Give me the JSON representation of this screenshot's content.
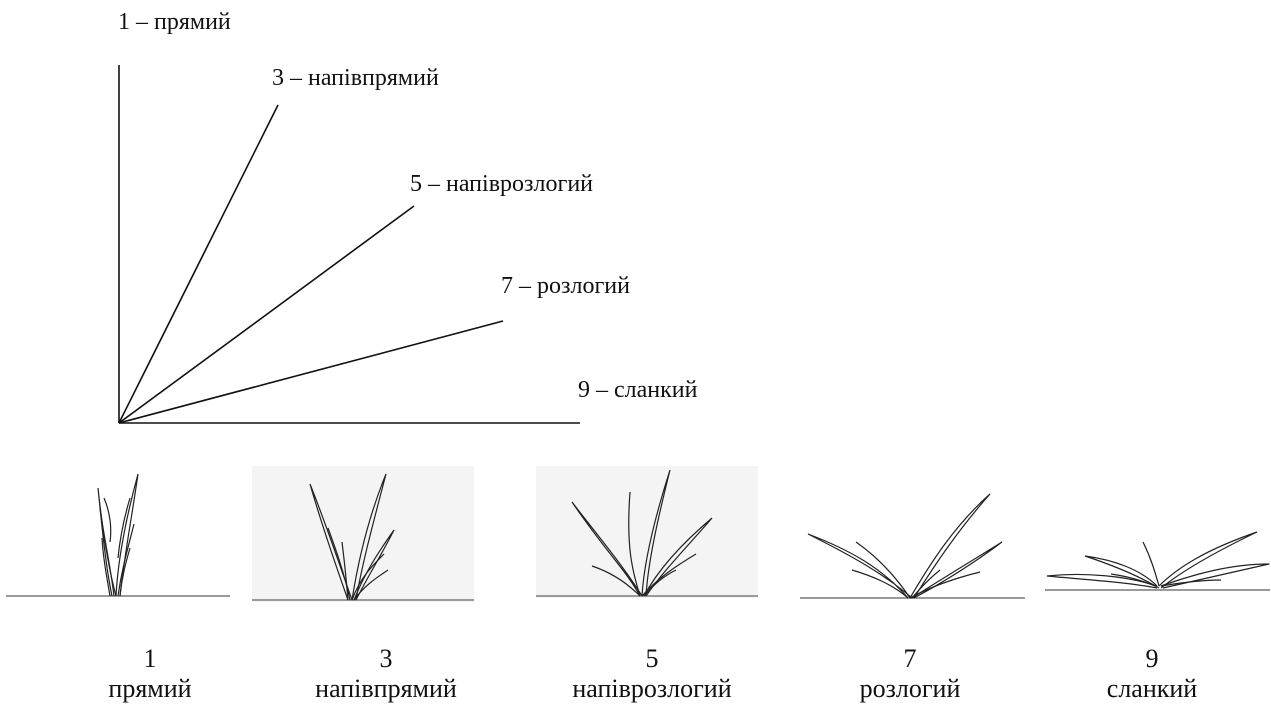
{
  "rays": [
    {
      "score": "1",
      "label": "1 – прямий"
    },
    {
      "score": "3",
      "label": "3 – напівпрямий"
    },
    {
      "score": "5",
      "label": "5 – напіврозлогий"
    },
    {
      "score": "7",
      "label": "7 – розлогий"
    },
    {
      "score": "9",
      "label": "9 – сланкий"
    }
  ],
  "plants": [
    {
      "number": "1",
      "name": "прямий"
    },
    {
      "number": "3",
      "name": "напівпрямий"
    },
    {
      "number": "5",
      "name": "напіврозлогий"
    },
    {
      "number": "7",
      "name": "розлогий"
    },
    {
      "number": "9",
      "name": "сланкий"
    }
  ],
  "colors": {
    "ink": "#111111",
    "ground": "#9a9a9a",
    "panel_bg": "#f4f4f4"
  }
}
